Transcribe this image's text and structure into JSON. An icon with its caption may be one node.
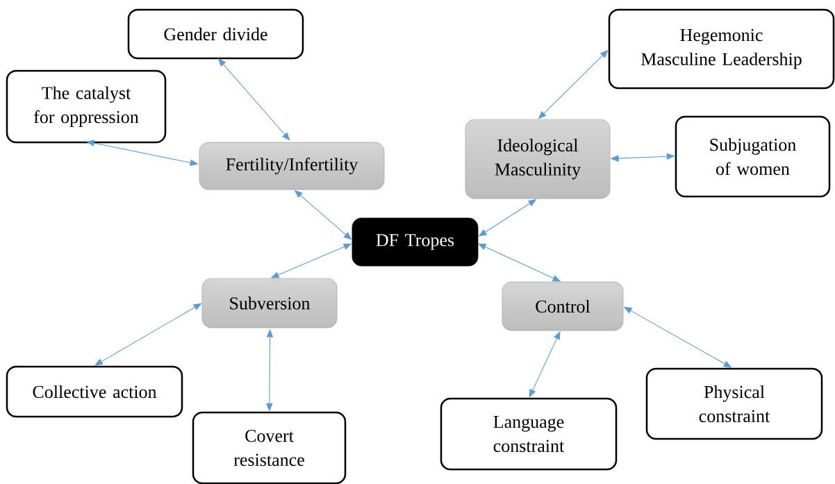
{
  "diagram": {
    "nodes": [
      {
        "text": [
          "Gender divide"
        ]
      },
      {
        "text": [
          "Hegemonic Masculine Leadership"
        ]
      },
      {
        "text": [
          "The catalyst for oppression"
        ]
      },
      {
        "text": [
          "Ideological Masculinity"
        ]
      },
      {
        "text": [
          "Subjugation of women"
        ]
      },
      {
        "text": [
          "Fertility/Infertility"
        ]
      },
      {
        "text": [
          "DF Tropes"
        ]
      },
      {
        "text": [
          "Subversion"
        ]
      },
      {
        "text": [
          "Control"
        ]
      },
      {
        "text": [
          "Collective action"
        ]
      },
      {
        "text": [
          "Physical constraint"
        ]
      },
      {
        "text": [
          "Language constraint"
        ]
      },
      {
        "text": [
          "Covert resistance"
        ]
      }
    ],
    "edges": [
      {
        "from": 5,
        "to": 0,
        "arrow": "both"
      },
      {
        "from": 5,
        "to": 2,
        "arrow": "both"
      },
      {
        "from": 6,
        "to": 5,
        "arrow": "both"
      },
      {
        "from": 6,
        "to": 3,
        "arrow": "both"
      },
      {
        "from": 3,
        "to": 1,
        "arrow": "both"
      },
      {
        "from": 3,
        "to": 4,
        "arrow": "both"
      },
      {
        "from": 6,
        "to": 7,
        "arrow": "both"
      },
      {
        "from": 6,
        "to": 8,
        "arrow": "both"
      },
      {
        "from": 7,
        "to": 9,
        "arrow": "both"
      },
      {
        "from": 7,
        "to": 12,
        "arrow": "both"
      },
      {
        "from": 8,
        "to": 11,
        "arrow": "both"
      },
      {
        "from": 8,
        "to": 10,
        "arrow": "both"
      }
    ]
  }
}
